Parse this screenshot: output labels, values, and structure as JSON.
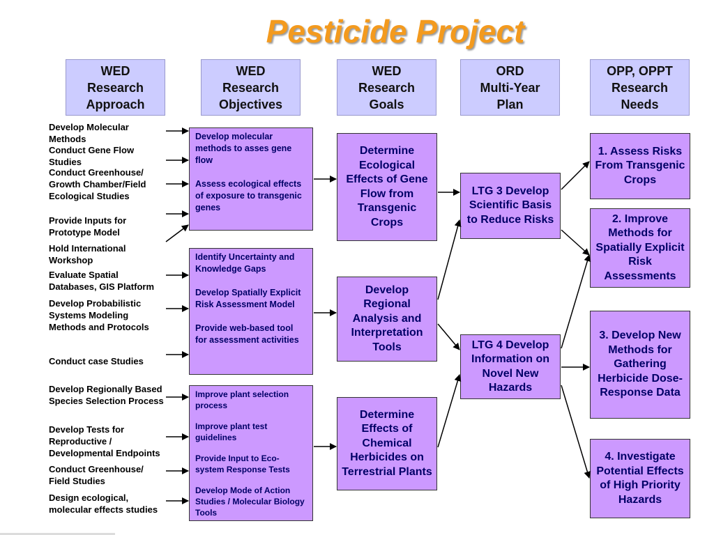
{
  "title": "Pesticide Project",
  "headers": [
    {
      "line1": "WED",
      "line2": "Research",
      "line3": "Approach"
    },
    {
      "line1": "WED",
      "line2": "Research",
      "line3": "Objectives"
    },
    {
      "line1": "WED",
      "line2": "Research",
      "line3": "Goals"
    },
    {
      "line1": "ORD",
      "line2": "Multi-Year",
      "line3": "Plan"
    },
    {
      "line1": "OPP, OPPT",
      "line2": "Research",
      "line3": "Needs"
    }
  ],
  "approaches": [
    "Develop Molecular Methods",
    "Conduct Gene Flow Studies",
    "Conduct Greenhouse/ Growth Chamber/Field Ecological Studies",
    "Provide Inputs for Prototype Model",
    "Hold International Workshop",
    "Evaluate Spatial Databases, GIS Platform",
    "Develop Probabilistic Systems Modeling Methods and Protocols",
    "Conduct case Studies",
    "Develop Regionally Based Species Selection Process",
    "Develop Tests for Reproductive / Developmental Endpoints",
    "Conduct Greenhouse/ Field Studies",
    "Design ecological, molecular effects studies"
  ],
  "objectives": {
    "box1": [
      "Develop molecular methods to asses gene flow",
      "Assess ecological effects of exposure to transgenic genes"
    ],
    "box2": [
      "Identify Uncertainty and Knowledge Gaps",
      "Develop Spatially Explicit Risk Assessment Model",
      "Provide web-based tool for assessment activities"
    ],
    "box3": [
      "Improve plant selection process",
      "Improve plant test guidelines",
      "Provide Input to Eco-system Response Tests",
      "Develop Mode of Action Studies / Molecular Biology Tools"
    ]
  },
  "goals": [
    "Determine Ecological Effects of Gene Flow from Transgenic Crops",
    "Develop Regional Analysis and Interpretation Tools",
    "Determine Effects of Chemical Herbicides on Terrestrial Plants"
  ],
  "plan": [
    "LTG 3 Develop Scientific Basis to Reduce Risks",
    "LTG 4 Develop Information on Novel New Hazards"
  ],
  "needs": [
    "1. Assess Risks From Transgenic Crops",
    "2. Improve Methods for Spatially Explicit Risk Assessments",
    "3. Develop New Methods for Gathering Herbicide Dose-Response Data",
    "4. Investigate Potential Effects of High Priority Hazards"
  ]
}
